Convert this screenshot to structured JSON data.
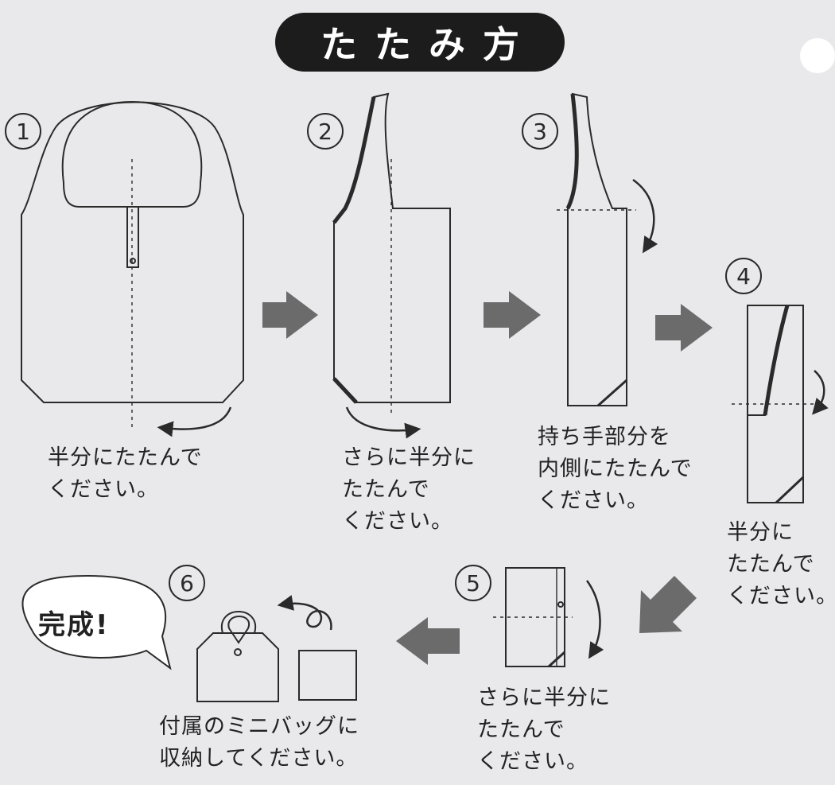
{
  "title": "たたみ方",
  "steps": [
    {
      "number": "1",
      "caption": "半分にたたんで\nください。"
    },
    {
      "number": "2",
      "caption": "さらに半分に\nたたんで\nください。"
    },
    {
      "number": "3",
      "caption": "持ち手部分を\n内側にたたんで\nください。"
    },
    {
      "number": "4",
      "caption": "半分に\nたたんで\nください。"
    },
    {
      "number": "5",
      "caption": "さらに半分に\nたたんで\nください。"
    },
    {
      "number": "6",
      "caption": "付属のミニバッグに\n収納してください。"
    }
  ],
  "finish": {
    "label": "完成!"
  },
  "colors": {
    "background": "#e9e9eb",
    "line": "#2a2a2a",
    "arrow": "#6b6b6b",
    "title_bg": "#1c1c1c"
  }
}
